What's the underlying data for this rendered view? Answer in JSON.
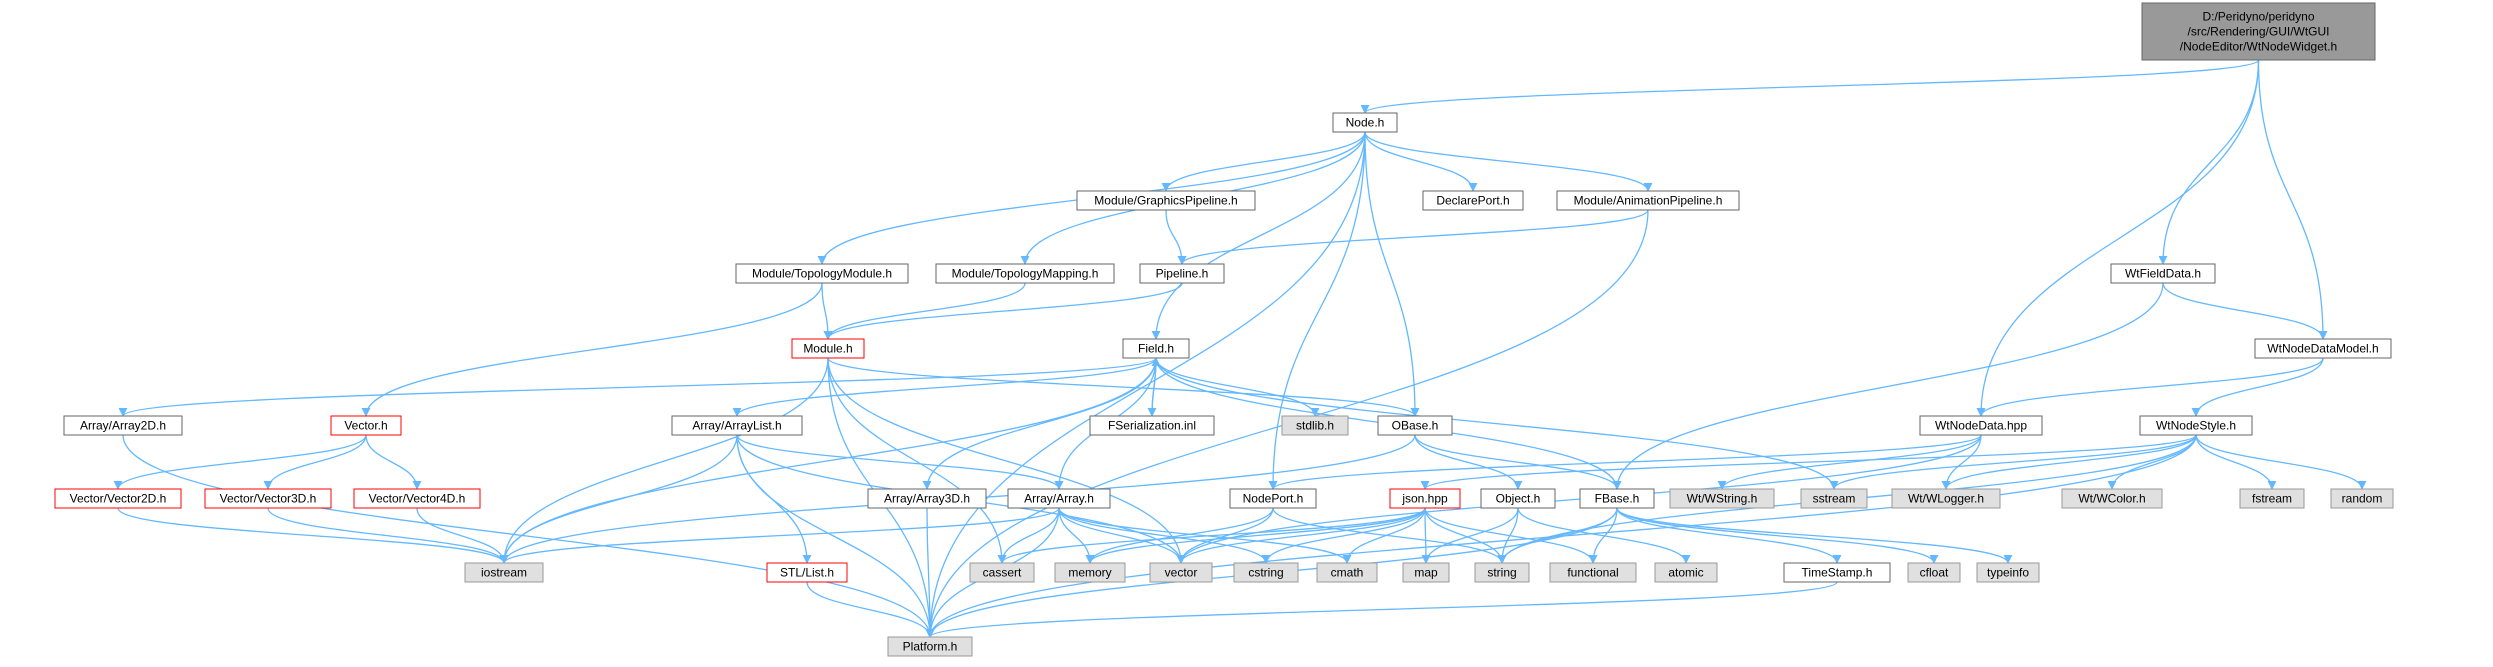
{
  "colors": {
    "edge": "#63b8ff",
    "box_border": "#666666",
    "highlight_border": "#ff0000",
    "gray_fill": "#e0e0e0",
    "root_fill": "#999999",
    "text": "#000000"
  },
  "nodes": [
    {
      "id": "wtnodewidget",
      "label": "D:/Peridyno/peridyno\n/src/Rendering/GUI/WtGUI\n/NodeEditor/WtNodeWidget.h",
      "kind": "root"
    },
    {
      "id": "node_h",
      "label": "Node.h",
      "kind": "normal"
    },
    {
      "id": "module_graphicspipeline",
      "label": "Module/GraphicsPipeline.h",
      "kind": "normal"
    },
    {
      "id": "declareport",
      "label": "DeclarePort.h",
      "kind": "normal"
    },
    {
      "id": "module_animationpipeline",
      "label": "Module/AnimationPipeline.h",
      "kind": "normal"
    },
    {
      "id": "module_topologymodule",
      "label": "Module/TopologyModule.h",
      "kind": "normal"
    },
    {
      "id": "module_topologymapping",
      "label": "Module/TopologyMapping.h",
      "kind": "normal"
    },
    {
      "id": "pipeline",
      "label": "Pipeline.h",
      "kind": "normal"
    },
    {
      "id": "wtfielddata",
      "label": "WtFieldData.h",
      "kind": "normal"
    },
    {
      "id": "wtnodedatamodel",
      "label": "WtNodeDataModel.h",
      "kind": "normal"
    },
    {
      "id": "module_h",
      "label": "Module.h",
      "kind": "highlight"
    },
    {
      "id": "field_h",
      "label": "Field.h",
      "kind": "normal"
    },
    {
      "id": "array2d",
      "label": "Array/Array2D.h",
      "kind": "normal"
    },
    {
      "id": "vector_h",
      "label": "Vector.h",
      "kind": "highlight"
    },
    {
      "id": "arraylist",
      "label": "Array/ArrayList.h",
      "kind": "normal"
    },
    {
      "id": "fserialization",
      "label": "FSerialization.inl",
      "kind": "normal"
    },
    {
      "id": "stdlib",
      "label": "stdlib.h",
      "kind": "gray"
    },
    {
      "id": "obase",
      "label": "OBase.h",
      "kind": "normal"
    },
    {
      "id": "wtnodedata",
      "label": "WtNodeData.hpp",
      "kind": "normal"
    },
    {
      "id": "wtnodestyle",
      "label": "WtNodeStyle.h",
      "kind": "normal"
    },
    {
      "id": "vector2d",
      "label": "Vector/Vector2D.h",
      "kind": "highlight"
    },
    {
      "id": "vector3d",
      "label": "Vector/Vector3D.h",
      "kind": "highlight"
    },
    {
      "id": "vector4d",
      "label": "Vector/Vector4D.h",
      "kind": "highlight"
    },
    {
      "id": "array3d",
      "label": "Array/Array3D.h",
      "kind": "normal"
    },
    {
      "id": "array_h",
      "label": "Array/Array.h",
      "kind": "normal"
    },
    {
      "id": "nodeport",
      "label": "NodePort.h",
      "kind": "normal"
    },
    {
      "id": "json",
      "label": "json.hpp",
      "kind": "highlight"
    },
    {
      "id": "object_h",
      "label": "Object.h",
      "kind": "normal"
    },
    {
      "id": "fbase",
      "label": "FBase.h",
      "kind": "normal"
    },
    {
      "id": "wtwstring",
      "label": "Wt/WString.h",
      "kind": "gray"
    },
    {
      "id": "sstream",
      "label": "sstream",
      "kind": "gray"
    },
    {
      "id": "wtwlogger",
      "label": "Wt/WLogger.h",
      "kind": "gray"
    },
    {
      "id": "wtwcolor",
      "label": "Wt/WColor.h",
      "kind": "gray"
    },
    {
      "id": "fstream",
      "label": "fstream",
      "kind": "gray"
    },
    {
      "id": "random",
      "label": "random",
      "kind": "gray"
    },
    {
      "id": "iostream",
      "label": "iostream",
      "kind": "gray"
    },
    {
      "id": "stl_list",
      "label": "STL/List.h",
      "kind": "highlight"
    },
    {
      "id": "cassert",
      "label": "cassert",
      "kind": "gray"
    },
    {
      "id": "memory",
      "label": "memory",
      "kind": "gray"
    },
    {
      "id": "vector",
      "label": "vector",
      "kind": "gray"
    },
    {
      "id": "cstring",
      "label": "cstring",
      "kind": "gray"
    },
    {
      "id": "cmath",
      "label": "cmath",
      "kind": "gray"
    },
    {
      "id": "map",
      "label": "map",
      "kind": "gray"
    },
    {
      "id": "string",
      "label": "string",
      "kind": "gray"
    },
    {
      "id": "functional",
      "label": "functional",
      "kind": "gray"
    },
    {
      "id": "atomic",
      "label": "atomic",
      "kind": "gray"
    },
    {
      "id": "timestamp",
      "label": "TimeStamp.h",
      "kind": "normal"
    },
    {
      "id": "cfloat",
      "label": "cfloat",
      "kind": "gray"
    },
    {
      "id": "typeinfo",
      "label": "typeinfo",
      "kind": "gray"
    },
    {
      "id": "platform",
      "label": "Platform.h",
      "kind": "gray"
    }
  ],
  "edges": [
    [
      "wtnodewidget",
      "node_h"
    ],
    [
      "wtnodewidget",
      "wtfielddata"
    ],
    [
      "wtnodewidget",
      "wtnodedata"
    ],
    [
      "wtnodewidget",
      "wtnodedatamodel"
    ],
    [
      "node_h",
      "module_graphicspipeline"
    ],
    [
      "node_h",
      "declareport"
    ],
    [
      "node_h",
      "module_animationpipeline"
    ],
    [
      "node_h",
      "module_topologymodule"
    ],
    [
      "node_h",
      "module_topologymapping"
    ],
    [
      "node_h",
      "field_h"
    ],
    [
      "node_h",
      "obase"
    ],
    [
      "node_h",
      "nodeport"
    ],
    [
      "node_h",
      "platform"
    ],
    [
      "module_graphicspipeline",
      "pipeline"
    ],
    [
      "module_animationpipeline",
      "pipeline"
    ],
    [
      "module_animationpipeline",
      "platform"
    ],
    [
      "module_topologymodule",
      "module_h"
    ],
    [
      "module_topologymodule",
      "vector_h"
    ],
    [
      "module_topologymapping",
      "module_h"
    ],
    [
      "pipeline",
      "module_h"
    ],
    [
      "wtfielddata",
      "wtnodedatamodel"
    ],
    [
      "wtfielddata",
      "fbase"
    ],
    [
      "wtnodedatamodel",
      "wtnodedata"
    ],
    [
      "wtnodedatamodel",
      "wtnodestyle"
    ],
    [
      "module_h",
      "obase"
    ],
    [
      "module_h",
      "iostream"
    ],
    [
      "module_h",
      "vector"
    ],
    [
      "module_h",
      "cassert"
    ],
    [
      "module_h",
      "platform"
    ],
    [
      "field_h",
      "array2d"
    ],
    [
      "field_h",
      "arraylist"
    ],
    [
      "field_h",
      "fserialization"
    ],
    [
      "field_h",
      "stdlib"
    ],
    [
      "field_h",
      "array3d"
    ],
    [
      "field_h",
      "array_h"
    ],
    [
      "field_h",
      "fbase"
    ],
    [
      "field_h",
      "iostream"
    ],
    [
      "field_h",
      "sstream"
    ],
    [
      "fserialization",
      "field_h"
    ],
    [
      "array2d",
      "platform"
    ],
    [
      "vector_h",
      "vector2d"
    ],
    [
      "vector_h",
      "vector3d"
    ],
    [
      "vector_h",
      "vector4d"
    ],
    [
      "vector2d",
      "iostream"
    ],
    [
      "vector3d",
      "iostream"
    ],
    [
      "vector4d",
      "iostream"
    ],
    [
      "arraylist",
      "array_h"
    ],
    [
      "arraylist",
      "stl_list"
    ],
    [
      "arraylist",
      "iostream"
    ],
    [
      "arraylist",
      "vector"
    ],
    [
      "arraylist",
      "platform"
    ],
    [
      "stl_list",
      "platform"
    ],
    [
      "array3d",
      "platform"
    ],
    [
      "array_h",
      "iostream"
    ],
    [
      "array_h",
      "cassert"
    ],
    [
      "array_h",
      "memory"
    ],
    [
      "array_h",
      "vector"
    ],
    [
      "array_h",
      "cstring"
    ],
    [
      "array_h",
      "cmath"
    ],
    [
      "array_h",
      "platform"
    ],
    [
      "obase",
      "object_h"
    ],
    [
      "obase",
      "fbase"
    ],
    [
      "obase",
      "iostream"
    ],
    [
      "wtnodedata",
      "nodeport"
    ],
    [
      "wtnodedata",
      "wtwstring"
    ],
    [
      "wtnodedata",
      "wtwlogger"
    ],
    [
      "wtnodedata",
      "vector"
    ],
    [
      "wtnodestyle",
      "json"
    ],
    [
      "wtnodestyle",
      "wtwlogger"
    ],
    [
      "wtnodestyle",
      "wtwcolor"
    ],
    [
      "wtnodestyle",
      "fstream"
    ],
    [
      "wtnodestyle",
      "random"
    ],
    [
      "wtnodestyle",
      "sstream"
    ],
    [
      "wtnodestyle",
      "string"
    ],
    [
      "wtnodestyle",
      "platform"
    ],
    [
      "nodeport",
      "vector"
    ],
    [
      "nodeport",
      "memory"
    ],
    [
      "nodeport",
      "string"
    ],
    [
      "json",
      "cassert"
    ],
    [
      "json",
      "memory"
    ],
    [
      "json",
      "vector"
    ],
    [
      "json",
      "cstring"
    ],
    [
      "json",
      "cmath"
    ],
    [
      "json",
      "map"
    ],
    [
      "json",
      "string"
    ],
    [
      "json",
      "functional"
    ],
    [
      "object_h",
      "map"
    ],
    [
      "object_h",
      "string"
    ],
    [
      "object_h",
      "atomic"
    ],
    [
      "fbase",
      "string"
    ],
    [
      "fbase",
      "functional"
    ],
    [
      "fbase",
      "timestamp"
    ],
    [
      "fbase",
      "cfloat"
    ],
    [
      "fbase",
      "typeinfo"
    ],
    [
      "fbase",
      "platform"
    ],
    [
      "timestamp",
      "platform"
    ]
  ]
}
